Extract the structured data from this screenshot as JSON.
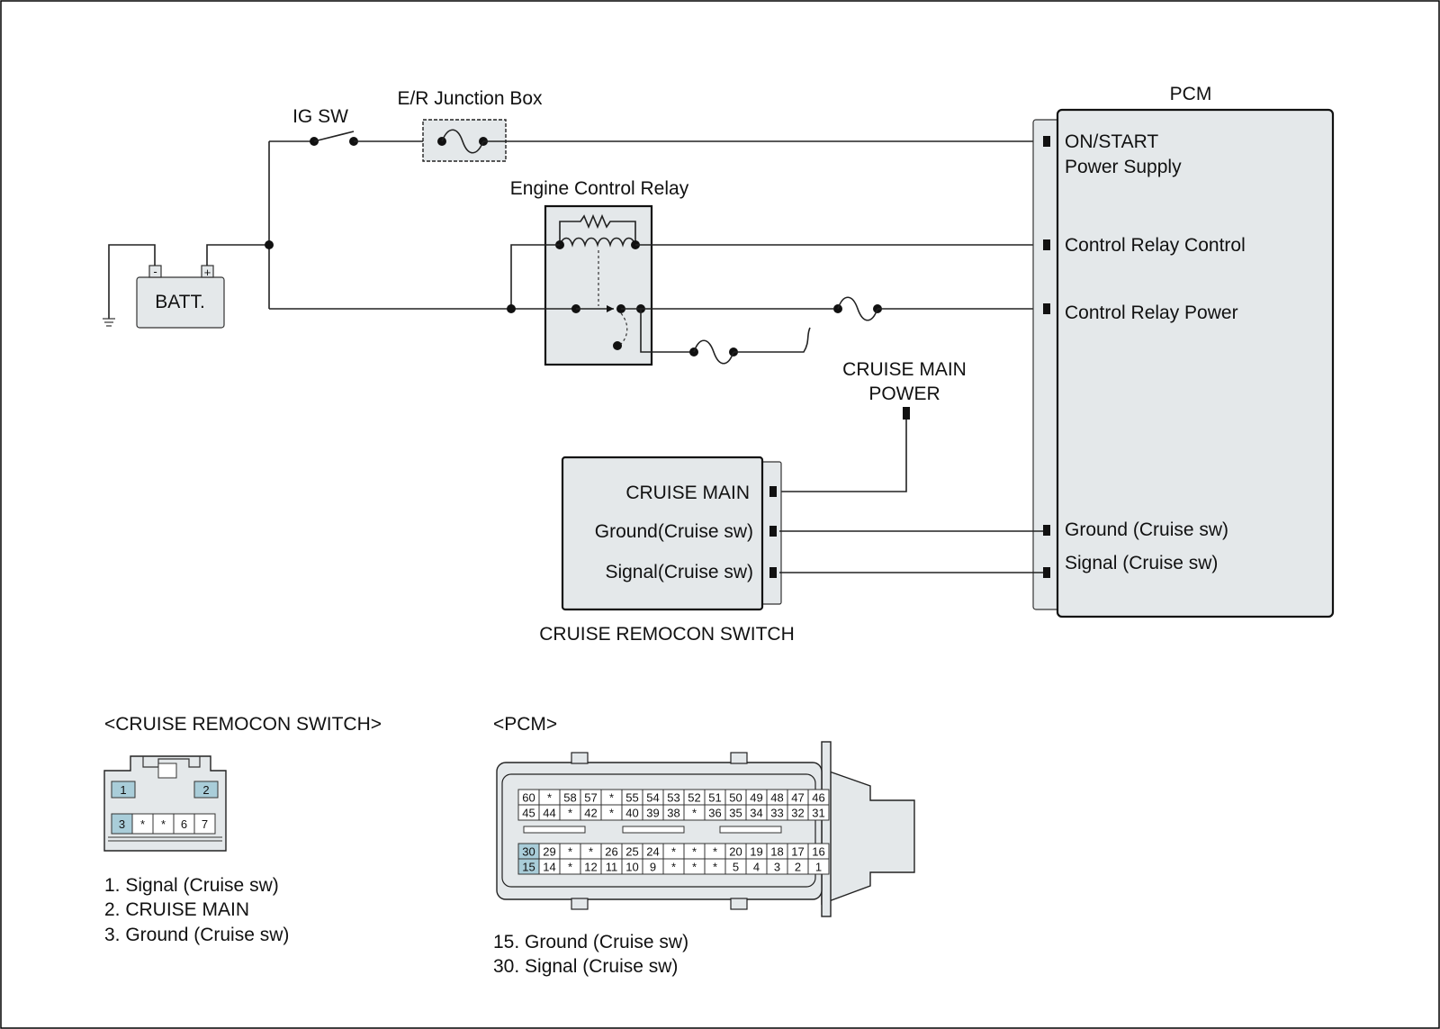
{
  "labels": {
    "ig_sw": "IG SW",
    "junction_box": "E/R Junction Box",
    "relay": "Engine Control Relay",
    "battery": "BATT.",
    "battery_minus": "-",
    "battery_plus": "+",
    "pcm": "PCM",
    "pcm_on_start_1": "ON/START",
    "pcm_on_start_2": "Power Supply",
    "pcm_relay_control": "Control Relay Control",
    "pcm_relay_power": "Control Relay Power",
    "pcm_ground": "Ground (Cruise sw)",
    "pcm_signal": "Signal (Cruise sw)",
    "cruise_main_power_1": "CRUISE MAIN",
    "cruise_main_power_2": "POWER",
    "sw_cruise_main": "CRUISE MAIN",
    "sw_ground": "Ground(Cruise sw)",
    "sw_signal": "Signal(Cruise sw)",
    "sw_title": "CRUISE REMOCON SWITCH"
  },
  "connector_switch": {
    "title": "<CRUISE REMOCON SWITCH>",
    "pins_top": [
      "1",
      "2"
    ],
    "pins_bottom": [
      "3",
      "*",
      "*",
      "6",
      "7"
    ],
    "legend": [
      "1. Signal (Cruise sw)",
      "2. CRUISE MAIN",
      "3. Ground (Cruise sw)"
    ]
  },
  "connector_pcm": {
    "title": "<PCM>",
    "row1": [
      "60",
      "*",
      "58",
      "57",
      "*",
      "55",
      "54",
      "53",
      "52",
      "51",
      "50",
      "49",
      "48",
      "47",
      "46"
    ],
    "row2": [
      "45",
      "44",
      "*",
      "42",
      "*",
      "40",
      "39",
      "38",
      "*",
      "36",
      "35",
      "34",
      "33",
      "32",
      "31"
    ],
    "row3": [
      "30",
      "29",
      "*",
      "*",
      "26",
      "25",
      "24",
      "*",
      "*",
      "*",
      "20",
      "19",
      "18",
      "17",
      "16"
    ],
    "row4": [
      "15",
      "14",
      "*",
      "12",
      "11",
      "10",
      "9",
      "*",
      "*",
      "*",
      "5",
      "4",
      "3",
      "2",
      "1"
    ],
    "highlighted": [
      "30",
      "15"
    ],
    "legend": [
      "15. Ground (Cruise sw)",
      "30. Signal (Cruise sw)"
    ]
  }
}
